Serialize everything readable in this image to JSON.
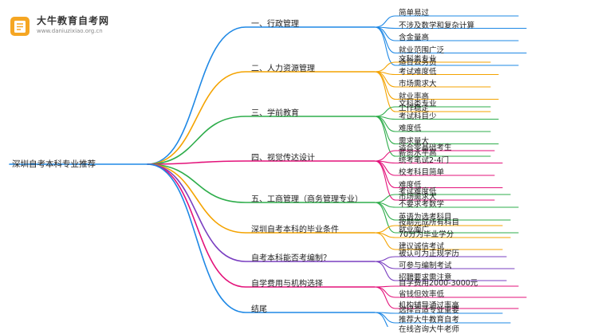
{
  "brand": {
    "title": "大牛教育自考网",
    "url": "www.daniuzixiao.org.cn",
    "icon": "book-icon",
    "accent": "#F5A623"
  },
  "root": "深圳自考本科专业推荐",
  "branches": [
    {
      "label": "一、行政管理",
      "color": "#1E88E5",
      "leaves": [
        "简单易过",
        "不涉及数学和复杂计算",
        "含金量高",
        "就业范围广泛",
        "适合公务员"
      ]
    },
    {
      "label": "二、人力资源管理",
      "color": "#F4A300",
      "leaves": [
        "文科类专业",
        "考试难度低",
        "市场需求大",
        "就业率高",
        "工作稳定"
      ]
    },
    {
      "label": "三、学前教育",
      "color": "#2EAD4B",
      "leaves": [
        "文科类专业",
        "考试科目少",
        "难度低",
        "需求量大",
        "薪资水平高"
      ]
    },
    {
      "label": "四、视觉传达设计",
      "color": "#E3127A",
      "leaves": [
        "适合零基础考生",
        "统考笔试2-4门",
        "校考科目简单",
        "难度低",
        "市场需求大"
      ]
    },
    {
      "label": "五、工商管理（商务管理专业）",
      "color": "#2EAD4B",
      "leaves": [
        "考试难度低",
        "不要求考数学",
        "英语为选考科目",
        "就业面广"
      ]
    },
    {
      "label": "深圳自考本科的毕业条件",
      "color": "#F4A300",
      "leaves": [
        "按期完成所有科目",
        "70分为毕业学分",
        "建议诚信考试"
      ]
    },
    {
      "label": "自考本科能否考编制？",
      "color": "#7A3FC1",
      "leaves": [
        "被认可为正规学历",
        "可参与编制考试",
        "招聘要求需注意"
      ]
    },
    {
      "label": "自学费用与机构选择",
      "color": "#E3127A",
      "leaves": [
        "自学费用2000-3000元",
        "省钱但效率低",
        "机构辅导通过率高"
      ]
    },
    {
      "label": "结尾",
      "color": "#1E88E5",
      "leaves": [
        "选择合适专业重要",
        "推荐大牛教育自考",
        "在线咨询大牛老师"
      ]
    }
  ]
}
